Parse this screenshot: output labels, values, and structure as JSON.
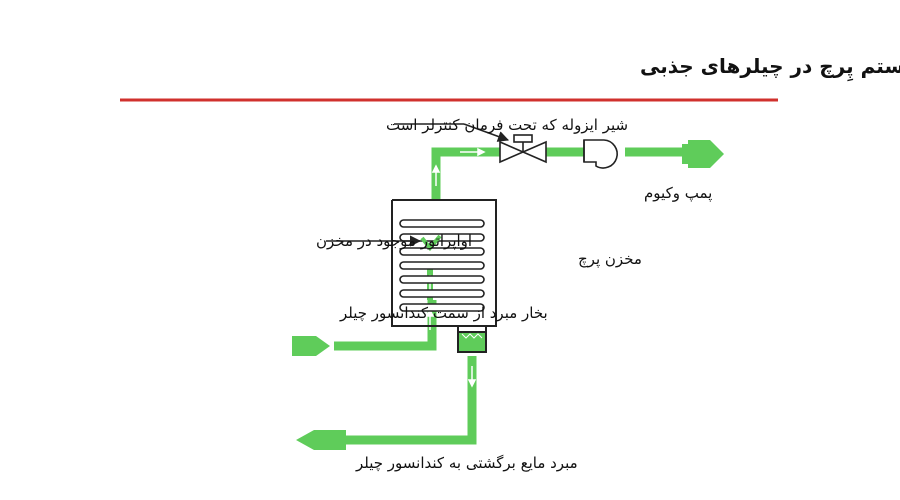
{
  "title": "مدار و عملکرد سیستم پِرچ در چیلرهای جذبی",
  "labels": {
    "isolation_valve": "شیر ایزوله که تحت فرمان کنترلر است",
    "evaporator": "اواپراتور موجود در مخزن",
    "refrigerant_vapor_in": "بخار مبرد از سمت کندانسور چیلر",
    "liquid_return": "مبرد مایع برگشتی به کندانسور چیلر",
    "vacuum_pump": "پمپ وکیوم",
    "purge_tank": "مخزن پرچ"
  },
  "colors": {
    "pipe": "#5fcc5a",
    "rule": "#d0312d",
    "outline": "#222222",
    "text": "#111111",
    "flow_arrow": "#ffffff"
  },
  "icons": {
    "valve": "valve-icon",
    "pump": "vacuum-pump-icon",
    "coil": "evaporator-coil-icon"
  }
}
